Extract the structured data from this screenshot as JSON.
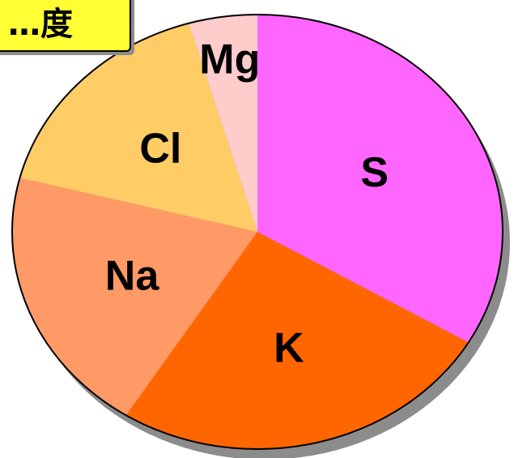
{
  "title": "…度",
  "chart_data": {
    "type": "pie",
    "categories": [
      "S",
      "K",
      "Na",
      "Cl",
      "Mg"
    ],
    "values": [
      33.5,
      25.5,
      20,
      16.5,
      4.5
    ],
    "colors": [
      "#ff66ff",
      "#ff6600",
      "#ff9966",
      "#ffcc66",
      "#ffcccc"
    ],
    "legend": "none",
    "labels_on_slices": true
  }
}
